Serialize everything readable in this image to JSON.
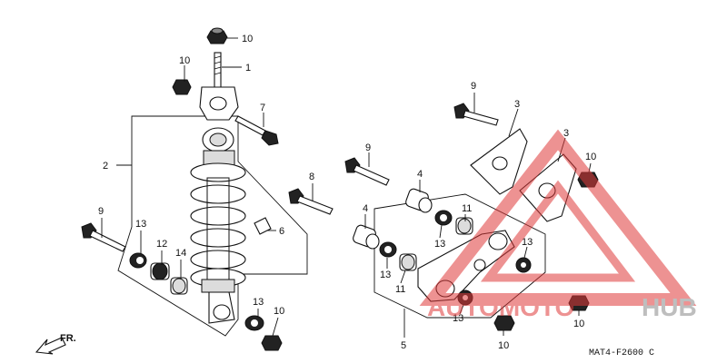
{
  "diagram": {
    "part_labels": [
      {
        "id": "c10a",
        "text": "10"
      },
      {
        "id": "c1",
        "text": "1"
      },
      {
        "id": "c10b",
        "text": "10"
      },
      {
        "id": "c7",
        "text": "7"
      },
      {
        "id": "c2",
        "text": "2"
      },
      {
        "id": "c9a",
        "text": "9"
      },
      {
        "id": "c13a",
        "text": "13"
      },
      {
        "id": "c12",
        "text": "12"
      },
      {
        "id": "c14",
        "text": "14"
      },
      {
        "id": "c6",
        "text": "6"
      },
      {
        "id": "c13b",
        "text": "13"
      },
      {
        "id": "c10c",
        "text": "10"
      },
      {
        "id": "c9b",
        "text": "9"
      },
      {
        "id": "c8",
        "text": "8"
      },
      {
        "id": "c9c",
        "text": "9"
      },
      {
        "id": "c3a",
        "text": "3"
      },
      {
        "id": "c3b",
        "text": "3"
      },
      {
        "id": "c4a",
        "text": "4"
      },
      {
        "id": "c4b",
        "text": "4"
      },
      {
        "id": "c11a",
        "text": "11"
      },
      {
        "id": "c13c",
        "text": "13"
      },
      {
        "id": "c13d",
        "text": "13"
      },
      {
        "id": "c11b",
        "text": "11"
      },
      {
        "id": "c10d",
        "text": "10"
      },
      {
        "id": "c13e",
        "text": "13"
      },
      {
        "id": "c13f",
        "text": "13"
      },
      {
        "id": "c10e",
        "text": "10"
      },
      {
        "id": "c10f",
        "text": "10"
      },
      {
        "id": "c5",
        "text": "5"
      }
    ],
    "direction_label": "FR.",
    "drawing_code": "MAT4-F2600 C"
  },
  "watermark": {
    "text_part1": "AUTOMOTO",
    "text_part2": "HUB",
    "color_red": "#e03a3a",
    "color_gray": "#8a8a8a"
  }
}
